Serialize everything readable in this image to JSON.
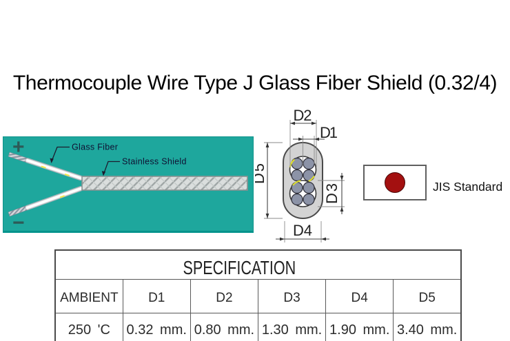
{
  "title": "Thermocouple Wire Type J Glass Fiber Shield (0.32/4)",
  "illustration": {
    "background_color": "#1EA79D",
    "plus_label": "+",
    "minus_label": "−",
    "glass_fiber_label": "Glass Fiber",
    "stainless_shield_label": "Stainless Shield"
  },
  "cross_section": {
    "labels": {
      "d1": "D1",
      "d2": "D2",
      "d3": "D3",
      "d4": "D4",
      "d5": "D5"
    }
  },
  "standard": {
    "label": "JIS Standard",
    "flag_circle_color": "#A31010"
  },
  "spec_table": {
    "title": "SPECIFICATION",
    "columns": [
      "AMBIENT",
      "D1",
      "D2",
      "D3",
      "D4",
      "D5"
    ],
    "rows": [
      [
        "250 'C",
        "0.32 mm.",
        "0.80 mm.",
        "1.30 mm.",
        "1.90 mm.",
        "3.40 mm."
      ]
    ]
  }
}
